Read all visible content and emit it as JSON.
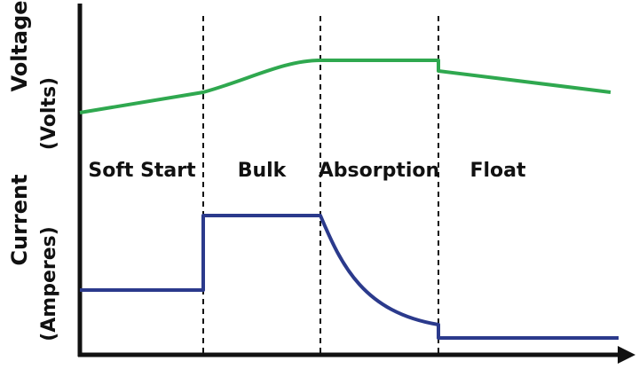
{
  "axes": {
    "voltage_label": "Voltage",
    "voltage_unit": "(Volts)",
    "current_label": "Current",
    "current_unit": "(Amperes)"
  },
  "stages": [
    {
      "id": "soft-start",
      "label": "Soft Start"
    },
    {
      "id": "bulk",
      "label": "Bulk"
    },
    {
      "id": "absorption",
      "label": "Absorption"
    },
    {
      "id": "float",
      "label": "Float"
    }
  ],
  "colors": {
    "voltage_line": "#2fa84f",
    "current_line": "#2b3a8c",
    "axis": "#111111",
    "divider": "#111111"
  }
}
